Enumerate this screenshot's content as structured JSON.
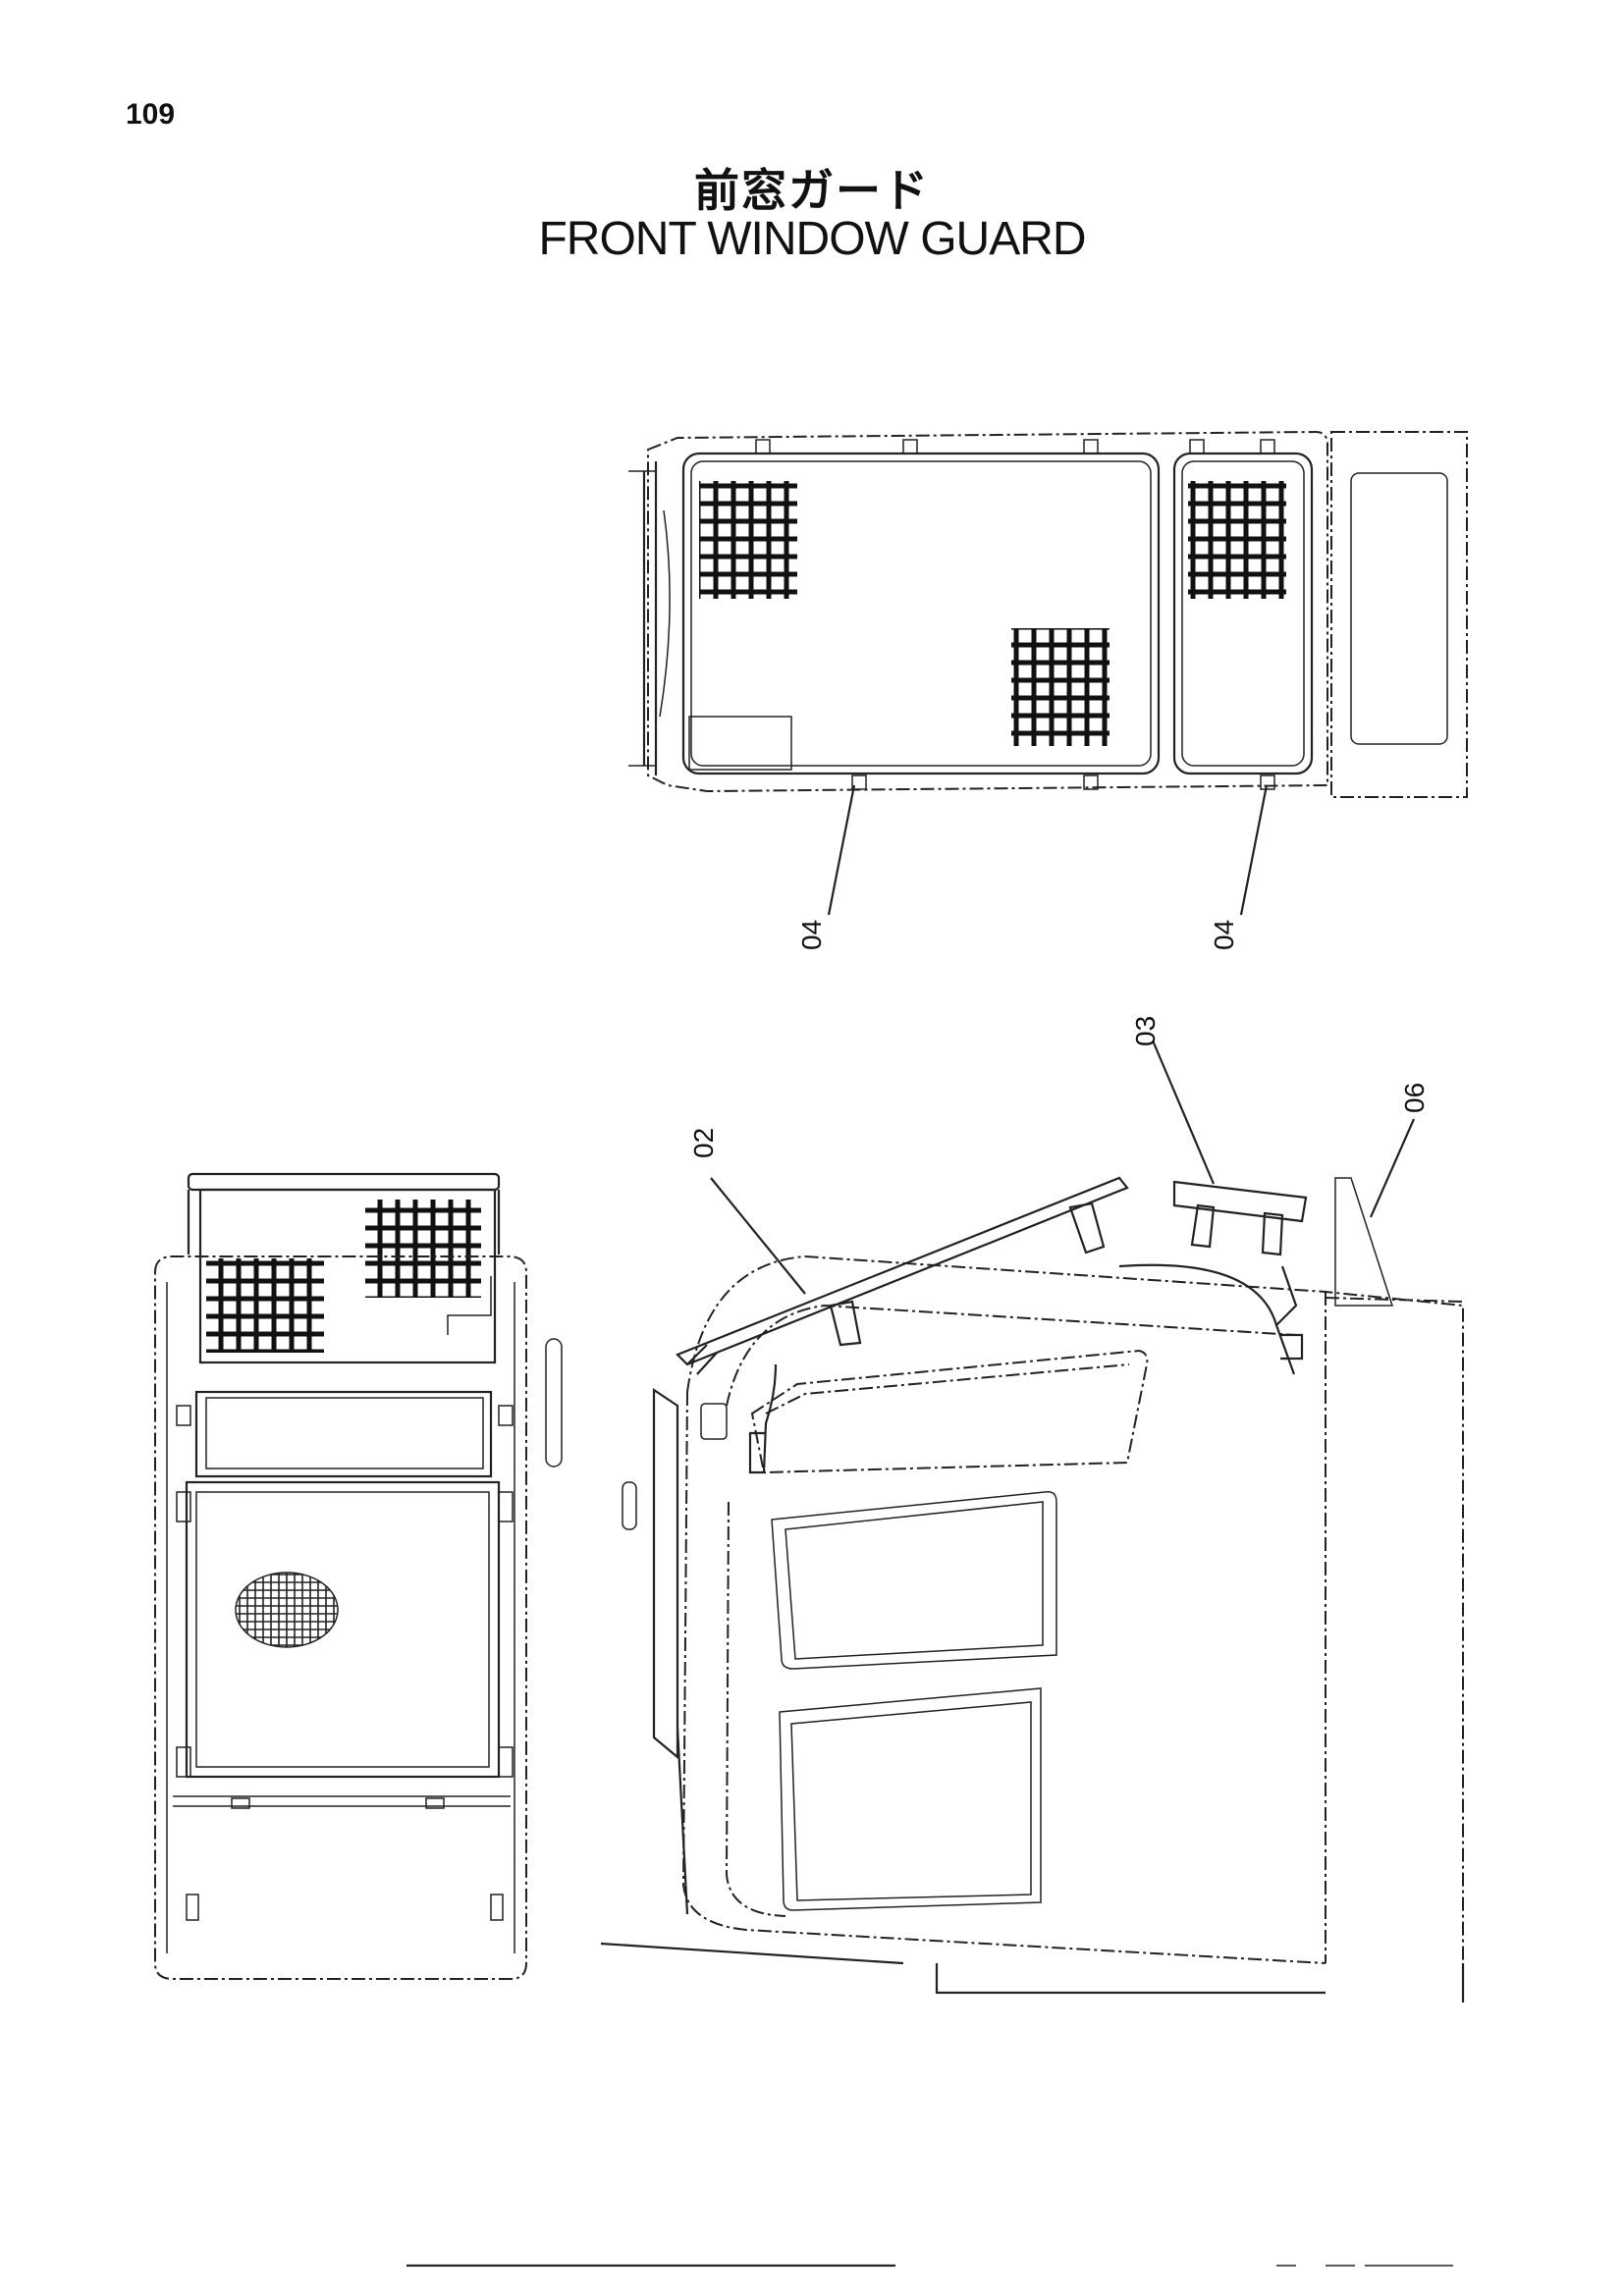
{
  "page": {
    "number": "109"
  },
  "title": {
    "japanese": "前窓ガード",
    "english": "FRONT WINDOW GUARD"
  },
  "callouts": [
    {
      "id": "c04a",
      "label": "04"
    },
    {
      "id": "c04b",
      "label": "04"
    },
    {
      "id": "c02",
      "label": "02"
    },
    {
      "id": "c03",
      "label": "03"
    },
    {
      "id": "c06",
      "label": "06"
    }
  ]
}
